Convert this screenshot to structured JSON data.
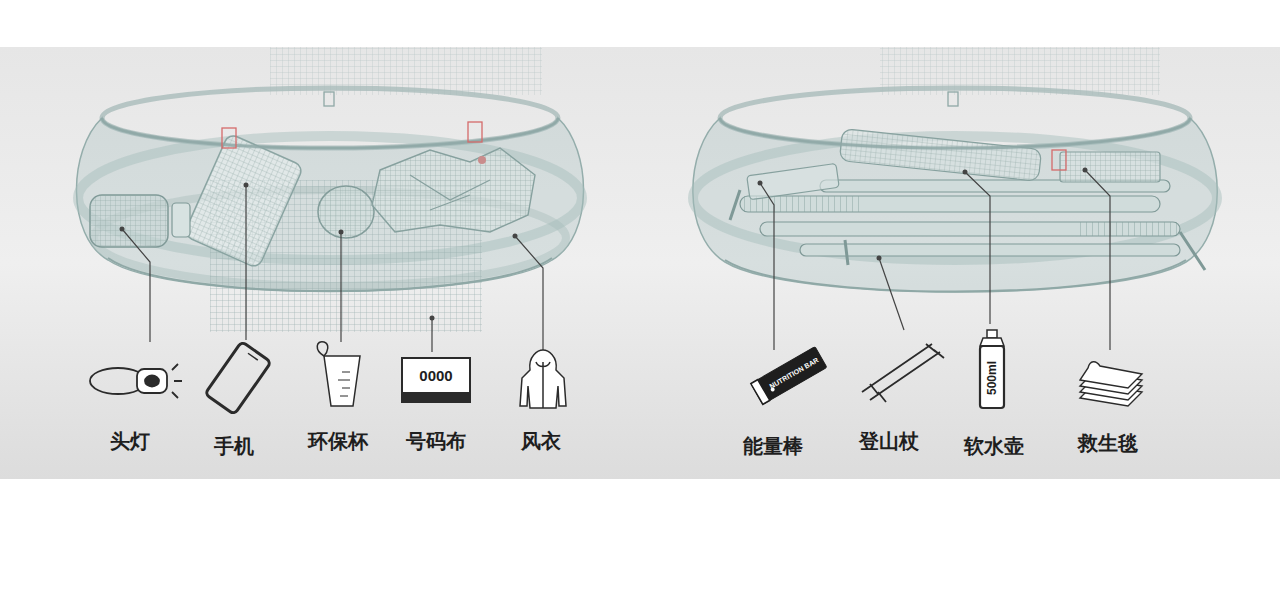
{
  "diagram": {
    "labels": [
      "头灯",
      "手机",
      "环保杯",
      "号码布",
      "风衣",
      "能量棒",
      "登山杖",
      "软水壶",
      "救生毯",
      "0000",
      "NUTRITION BAR",
      "500ml"
    ]
  }
}
